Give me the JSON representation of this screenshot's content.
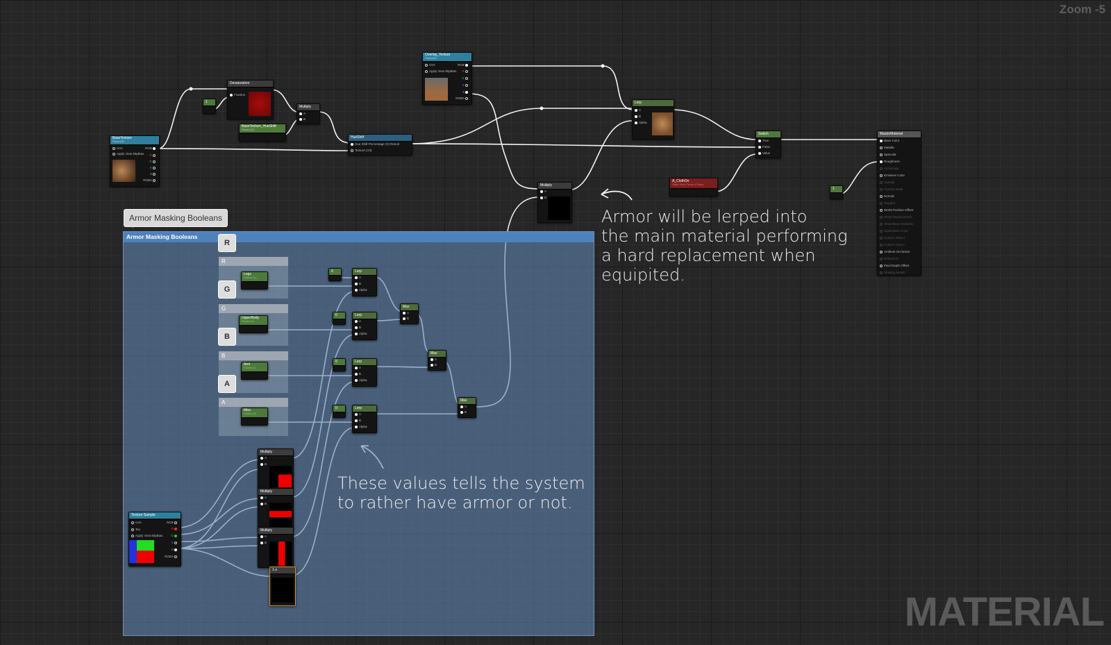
{
  "viewport": {
    "zoom_label": "Zoom -5",
    "watermark": "MATERIAL"
  },
  "colors": {
    "param_header": "#2f7f9f",
    "scalar_header": "#4d7a3a",
    "function_header": "#3c3c3c",
    "switch_param_header": "#7a1f1f",
    "output_header": "#555555",
    "comment_header": "#4d82bd"
  },
  "nodes": {
    "base_texture": {
      "title": "BaseTexture",
      "subtitle": "Param2D",
      "pins": [
        "UVs",
        "Apply View MipBias",
        "RGB",
        "R",
        "G",
        "B",
        "A",
        "RGBA"
      ]
    },
    "desaturation": {
      "title": "Desaturation",
      "pins": [
        "Fraction"
      ]
    },
    "const_one": {
      "title": "1"
    },
    "huecontrol": {
      "title": "BaseTexture_HueShift",
      "subtitle": "Param (0)"
    },
    "multiply_top": {
      "title": "Multiply",
      "pins": [
        "A",
        "B"
      ]
    },
    "hueshift": {
      "title": "HueShift",
      "pins": [
        "Hue Shift Percentage (S) Result",
        "Texture (V3)"
      ]
    },
    "overlay_texture": {
      "title": "Overlay_Texture",
      "subtitle": "Param2D",
      "pins": [
        "UVs",
        "Apply View MipBias",
        "RGB",
        "R",
        "G",
        "B",
        "A",
        "RGBA"
      ]
    },
    "lerp_top": {
      "title": "Lerp",
      "pins": [
        "A",
        "B",
        "Alpha"
      ]
    },
    "multiply_mid": {
      "title": "Multiply",
      "pins": [
        "A",
        "B"
      ]
    },
    "switch": {
      "title": "Switch",
      "pins": [
        "True",
        "False",
        "Value"
      ]
    },
    "clothon": {
      "title": "A_ClothOn",
      "subtitle": "Static Bool Param (False)"
    },
    "const_one_b": {
      "title": "1"
    },
    "material": {
      "title": "MasterMaterial",
      "pins": [
        "Base Color",
        "Metallic",
        "Specular",
        "Roughness",
        "Anisotropy",
        "Emissive Color",
        "Opacity",
        "Opacity Mask",
        "Normal",
        "Tangent",
        "World Position Offset",
        "World Displacement",
        "Tessellation Multiplier",
        "Subsurface Color",
        "Custom Data 0",
        "Custom Data 1",
        "Ambient Occlusion",
        "Refraction",
        "Pixel Depth Offset",
        "Shading Model"
      ]
    },
    "legs": {
      "title": "Legs",
      "subtitle": "Param (1)"
    },
    "upperbody": {
      "title": "UpperBody",
      "subtitle": "Param (1)"
    },
    "arm": {
      "title": "Arm",
      "subtitle": "Param (1)"
    },
    "misc": {
      "title": "Misc",
      "subtitle": "Param (1)"
    },
    "const_0": {
      "title": "0"
    },
    "lerp_label": "Lerp",
    "max_label": "Max",
    "multiply_label": "Multiply",
    "texture_sample": {
      "title": "Texture Sample",
      "pins": [
        "UVs",
        "Tex",
        "Apply View MipBias",
        "RGB",
        "R",
        "G",
        "B",
        "A",
        "RGBA"
      ]
    },
    "one_minus": {
      "title": "1-x"
    }
  },
  "lerp_pins": [
    "A",
    "B",
    "Alpha"
  ],
  "max_pins": [
    "A",
    "B"
  ],
  "comment": {
    "tab_label": "Armor Masking Booleans",
    "header": "Armor Masking Booleans"
  },
  "reroutes": {
    "r": "R",
    "g": "G",
    "b": "B",
    "a": "A"
  },
  "groups": {
    "r": "R",
    "g": "G",
    "b": "B",
    "a": "A"
  },
  "annotations": {
    "armor_note": [
      "Armor will be lerped into",
      "the main material performing",
      "a hard replacement when",
      "equipited."
    ],
    "values_note": [
      "These values tells the system",
      "to rather have armor or not."
    ]
  }
}
